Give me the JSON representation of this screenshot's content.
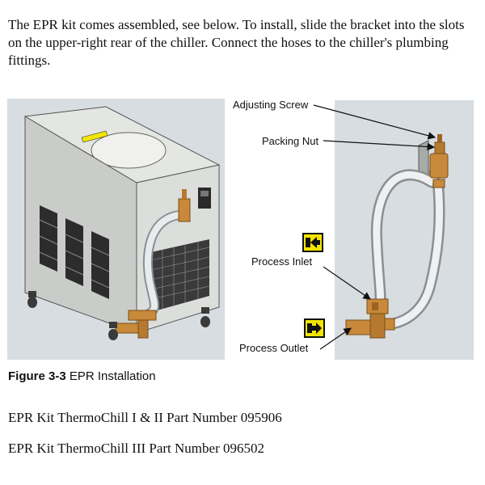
{
  "intro_text": "The EPR kit comes assembled, see below. To install, slide the bracket into the slots on the upper-right rear of the chiller. Connect the hoses to the chiller's plumbing fittings.",
  "callouts": {
    "adjusting_screw": "Adjusting Screw",
    "packing_nut": "Packing Nut",
    "process_inlet": "Process Inlet",
    "process_outlet": "Process Outlet"
  },
  "caption": {
    "number": "Figure 3-3",
    "title": "EPR Installation"
  },
  "part_numbers": [
    "EPR Kit ThermoChill I & II Part Number 095906",
    "EPR Kit ThermoChill III Part Number 096502"
  ],
  "colors": {
    "panel_bg": "#d7dde1",
    "badge_yellow": "#f2e600",
    "brass": "#c8893a"
  }
}
